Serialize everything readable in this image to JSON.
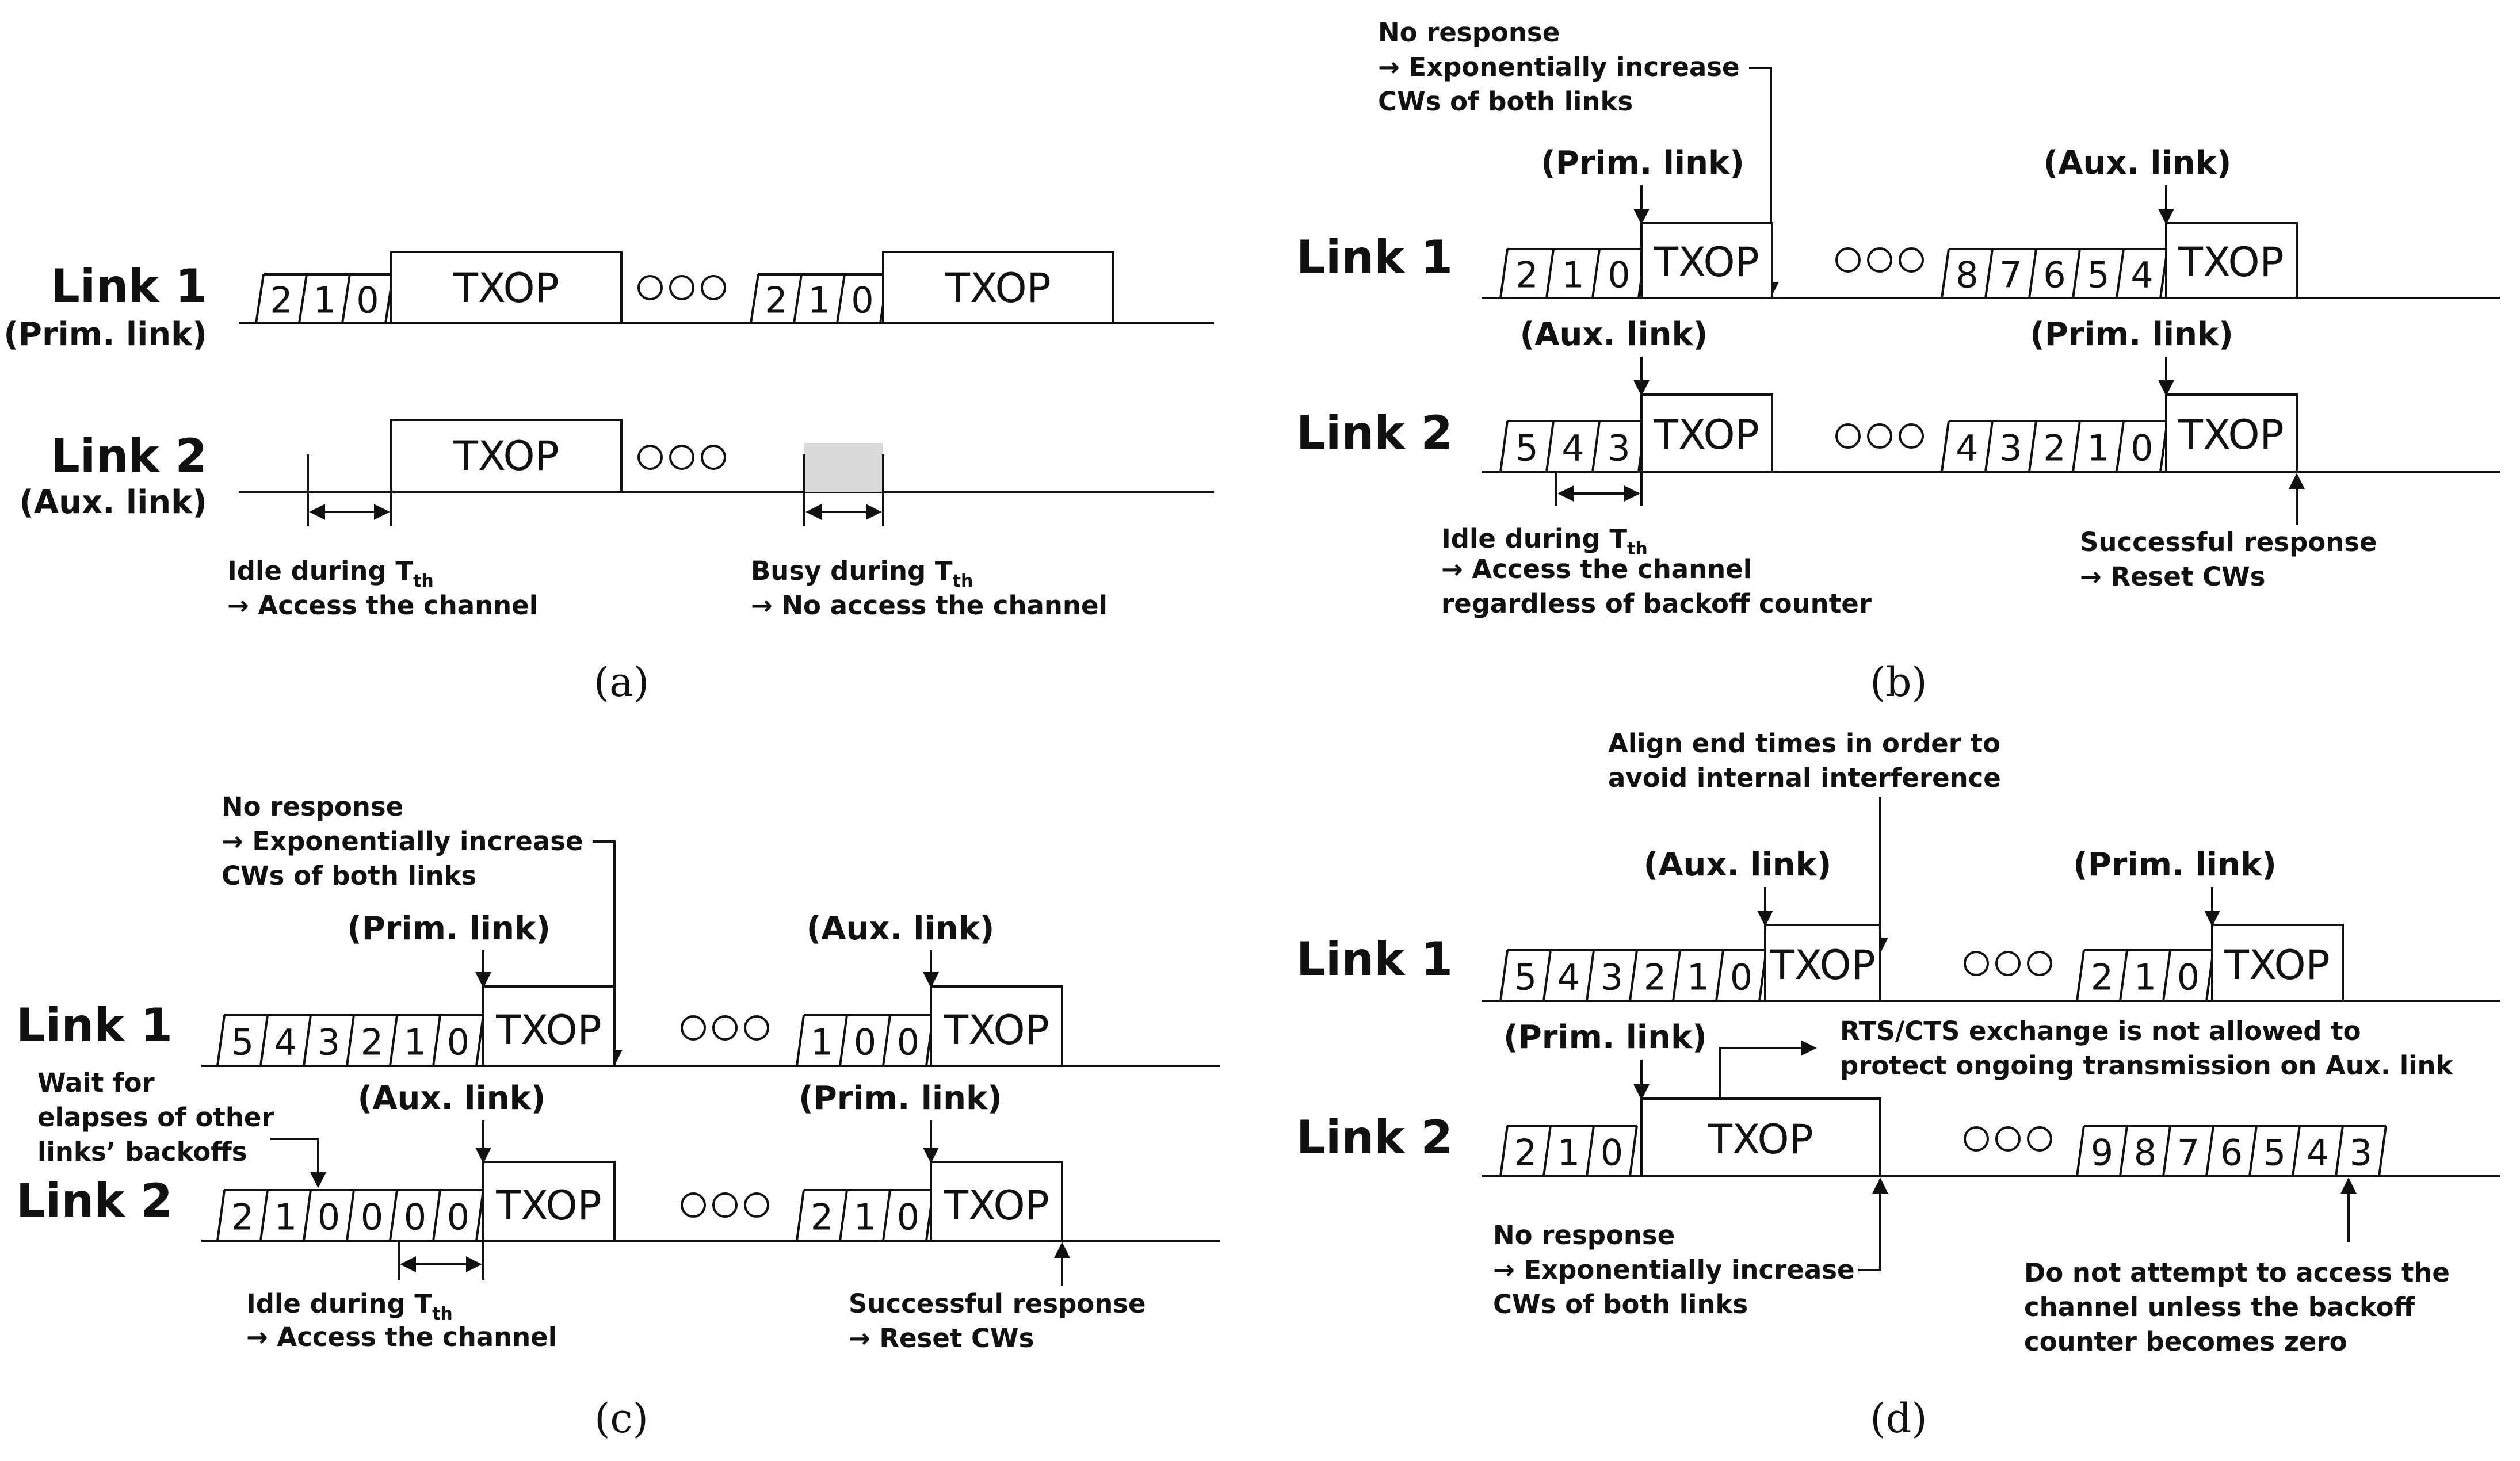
{
  "common": {
    "link1": "Link 1",
    "link2": "Link 2",
    "prim": "(Prim. link)",
    "aux": "(Aux. link)",
    "txop": "TXOP",
    "th_sub": "th"
  },
  "panel_a": {
    "caption": "(a)",
    "link1_counter1": [
      "2",
      "1",
      "0"
    ],
    "link1_counter2": [
      "2",
      "1",
      "0"
    ],
    "idle_line1": "Idle during T",
    "idle_line2": "→ Access the channel",
    "busy_line1": "Busy during T",
    "busy_line2": "→ No access the channel"
  },
  "panel_b": {
    "caption": "(b)",
    "noresp_lines": [
      "No response",
      "→ Exponentially increase",
      "CWs of both links"
    ],
    "link1_counter1": [
      "2",
      "1",
      "0"
    ],
    "link1_counter2": [
      "8",
      "7",
      "6",
      "5",
      "4"
    ],
    "link2_counter1": [
      "5",
      "4",
      "3"
    ],
    "link2_counter2": [
      "4",
      "3",
      "2",
      "1",
      "0"
    ],
    "idle_line1": "Idle during T",
    "idle_line2": "→ Access the channel",
    "idle_line3": "regardless of backoff counter",
    "success_lines": [
      "Successful response",
      "→ Reset CWs"
    ]
  },
  "panel_c": {
    "caption": "(c)",
    "noresp_lines": [
      "No response",
      "→ Exponentially increase",
      "CWs of both links"
    ],
    "wait_lines": [
      "Wait for",
      "elapses of other",
      "links’ backoffs"
    ],
    "link1_counter1": [
      "5",
      "4",
      "3",
      "2",
      "1",
      "0"
    ],
    "link1_counter2": [
      "1",
      "0",
      "0"
    ],
    "link2_counter1": [
      "2",
      "1",
      "0",
      "0",
      "0",
      "0"
    ],
    "link2_counter2": [
      "2",
      "1",
      "0"
    ],
    "idle_line1": "Idle during T",
    "idle_line2": "→ Access the channel",
    "success_lines": [
      "Successful response",
      "→ Reset CWs"
    ]
  },
  "panel_d": {
    "caption": "(d)",
    "align_lines": [
      "Align end times in order to",
      "avoid internal interference"
    ],
    "rts_lines": [
      "RTS/CTS exchange is not allowed to",
      "protect ongoing transmission on Aux. link"
    ],
    "link1_counter1": [
      "5",
      "4",
      "3",
      "2",
      "1",
      "0"
    ],
    "link1_counter2": [
      "2",
      "1",
      "0"
    ],
    "link2_counter1": [
      "2",
      "1",
      "0"
    ],
    "link2_counter2": [
      "9",
      "8",
      "7",
      "6",
      "5",
      "4",
      "3"
    ],
    "noresp_lines": [
      "No response",
      "→ Exponentially increase",
      "CWs of both links"
    ],
    "donot_lines": [
      "Do not attempt to access the",
      "channel unless the backoff",
      "counter becomes zero"
    ]
  }
}
